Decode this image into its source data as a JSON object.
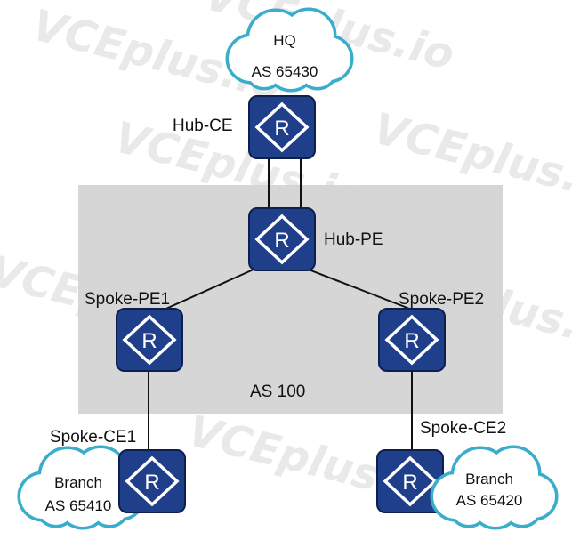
{
  "watermark": "VCEplus.io",
  "colors": {
    "router": "#1f3f8a",
    "cloud_stroke": "#3aaccc",
    "as_area": "#d2d2d2"
  },
  "as_area": {
    "label": "AS 100"
  },
  "clouds": {
    "hq": {
      "name": "HQ",
      "as": "AS 65430"
    },
    "branch1": {
      "name": "Branch",
      "as": "AS 65410"
    },
    "branch2": {
      "name": "Branch",
      "as": "AS 65420"
    }
  },
  "routers": {
    "hub_ce": {
      "label": "Hub-CE",
      "glyph": "R"
    },
    "hub_pe": {
      "label": "Hub-PE",
      "glyph": "R"
    },
    "spoke_pe1": {
      "label": "Spoke-PE1",
      "glyph": "R"
    },
    "spoke_pe2": {
      "label": "Spoke-PE2",
      "glyph": "R"
    },
    "spoke_ce1": {
      "label": "Spoke-CE1",
      "glyph": "R"
    },
    "spoke_ce2": {
      "label": "Spoke-CE2",
      "glyph": "R"
    }
  }
}
